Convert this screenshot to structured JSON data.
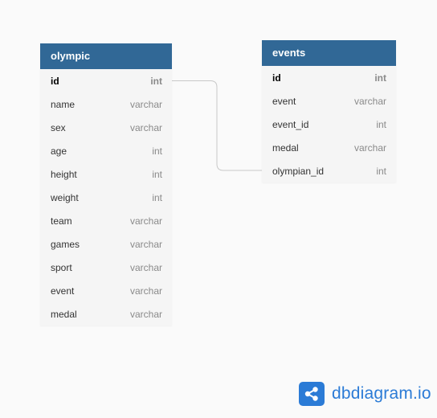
{
  "tables": {
    "olympic": {
      "name": "olympic",
      "fields": [
        {
          "name": "id",
          "type": "int"
        },
        {
          "name": "name",
          "type": "varchar"
        },
        {
          "name": "sex",
          "type": "varchar"
        },
        {
          "name": "age",
          "type": "int"
        },
        {
          "name": "height",
          "type": "int"
        },
        {
          "name": "weight",
          "type": "int"
        },
        {
          "name": "team",
          "type": "varchar"
        },
        {
          "name": "games",
          "type": "varchar"
        },
        {
          "name": "sport",
          "type": "varchar"
        },
        {
          "name": "event",
          "type": "varchar"
        },
        {
          "name": "medal",
          "type": "varchar"
        }
      ]
    },
    "events": {
      "name": "events",
      "fields": [
        {
          "name": "id",
          "type": "int"
        },
        {
          "name": "event",
          "type": "varchar"
        },
        {
          "name": "event_id",
          "type": "int"
        },
        {
          "name": "medal",
          "type": "varchar"
        },
        {
          "name": "olympian_id",
          "type": "int"
        }
      ]
    }
  },
  "relationship": {
    "from": "olympic.id",
    "to": "events.olympian_id"
  },
  "brand": {
    "text": "dbdiagram.io",
    "icon": "share-network-icon"
  },
  "colors": {
    "header": "#316896",
    "brand": "#2b7bd6",
    "connector": "#c8c8c8"
  }
}
